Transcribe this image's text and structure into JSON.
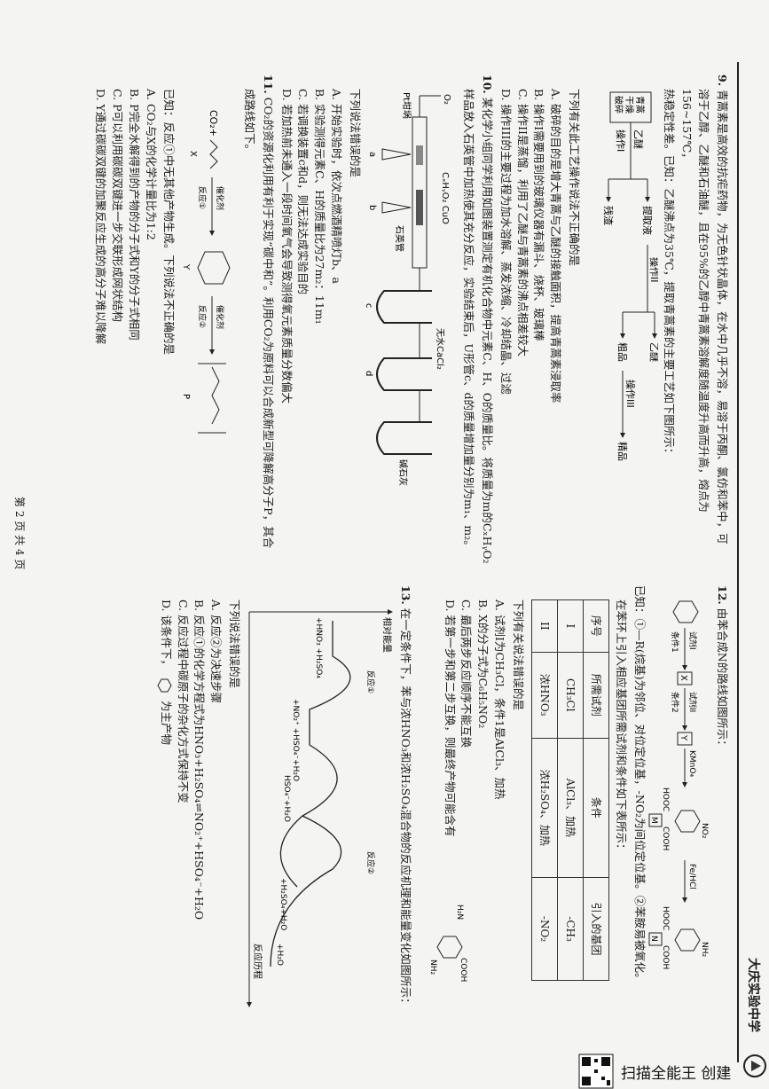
{
  "header": {
    "school": "大庆实验中学"
  },
  "q9": {
    "number": "9.",
    "stem1": "青蒿素是高效的抗疟药物，为无色针状晶体，在水中几乎不溶，易溶于丙酮、氯仿和苯中，可",
    "stem2": "溶于乙醇、乙醚和石油醚，且在95%的乙醇中青蒿素溶解度随温度升高而升高，熔点为156~157℃，",
    "stem3": "热稳定性差。已知：乙醚沸点为35℃，提取青蒿素的主要工艺如下图所示：",
    "flow": {
      "start": "青蒿 干燥 破碎",
      "ether1": "乙醚",
      "op1": "操作I",
      "extract": "提取液",
      "residue": "残渣",
      "op2": "操作II",
      "ether2": "乙醚",
      "crude": "粗品",
      "op3": "操作III",
      "pure": "精品"
    },
    "ask": "下列有关此工艺操作说法不正确的是",
    "A": "A. 破碎的目的是增大青蒿与乙醚的接触面积，提高青蒿素浸取率",
    "B": "B. 操作I需要用到的玻璃仪器有漏斗、烧杯、玻璃棒",
    "C": "C. 操作II是蒸馏，利用了乙醚与青蒿素的沸点相差较大",
    "D": "D. 操作III的主要过程为加水溶解、蒸发浓缩、冷却结晶、过滤"
  },
  "q10": {
    "number": "10.",
    "stem1": "某化学小组同学利用如图装置测定有机化合物中元素C、H、O的质量比。将质量为m的CₓHᵧO₂",
    "stem2": "样品放入石英管中加热使其充分反应，实验结束后，U形管c、d的质量增加量分别为m₁、m₂。",
    "labels": {
      "o2": "O₂",
      "sample": "CₓHᵧO₂ CuO",
      "pt": "Pt坩埚",
      "quartz": "石英管",
      "cacl2": "无水CaCl₂",
      "lime": "碱石灰",
      "a": "a",
      "b": "b",
      "c": "c",
      "d": "d"
    },
    "ask": "下列说法错误的是",
    "A": "A. 开始实验时，依次点燃酒精喷灯b、a",
    "B": "B. 实验测得元素C、H的质量比为27m₂：11m₁",
    "C": "C. 若调换装置c和d，则无法达成实验目的",
    "D": "D. 若加热前未通入一段时间氧气会导致测得氧元素质量分数偏大"
  },
  "q11": {
    "number": "11.",
    "stem1": "CO₂的资源化利用有利于实现“碳中和”。利用CO₂为原料可以合成新型可降解高分子P，其合",
    "stem2": "成路线如下。",
    "scheme": {
      "co2": "CO₂+",
      "x": "X",
      "y": "Y",
      "p": "P",
      "cat1": "催化剂",
      "r1": "反应①",
      "cat2": "催化剂",
      "r2": "反应②"
    },
    "known": "已知：反应①中无其他产物生成。下列说法不正确的是",
    "A": "A. CO₂与X的化学计量比为1:2",
    "B": "B. P完全水解得到的产物的分子式和Y的分子式相同",
    "C": "C. P可以利用碳碳双键进一步交联形成网状结构",
    "D": "D. Y通过碳碳双键的加聚反应生成的高分子难以降解"
  },
  "q12": {
    "number": "12.",
    "stem": "由苯合成N的路线如图所示：",
    "route": {
      "reagent1": "试剂I",
      "cond1": "条件1",
      "x": "X",
      "reagent2": "试剂II",
      "cond2": "条件2",
      "y": "Y",
      "kmno4": "KMnO₄",
      "m": "M",
      "fehcl": "Fe/HCl",
      "n": "N",
      "hooc": "HOOC",
      "cooh": "COOH",
      "no2": "NO₂",
      "nh2": "NH₂"
    },
    "known1": "已知：①—R(烷基)为邻位、对位定位基，-NO₂为间位定位基。②苯胺易被氧化。",
    "known2": "在苯环上引入相应基团所需试剂和条件如下表所示：",
    "table": {
      "headers": [
        "序号",
        "所需试剂",
        "条件",
        "引入的基团"
      ],
      "rows": [
        [
          "I",
          "CH₃Cl",
          "AlCl₃、加热",
          "-CH₃"
        ],
        [
          "II",
          "浓HNO₃",
          "浓H₂SO₄、加热",
          "-NO₂"
        ]
      ]
    },
    "ask": "下列有关说法错误的是",
    "A": "A. 试剂I为CH₃Cl，条件1是AlCl₃、加热",
    "B": "B. X的分子式为C₆H₅NO₂",
    "C": "C. 最后两步反应顺序不能互换",
    "D": "D. 若第一步和第二步互换，则最终产物可能含有",
    "d_struct": {
      "nh2a": "H₂N",
      "nh2b": "NH₂",
      "cooh": "COOH"
    }
  },
  "q13": {
    "number": "13.",
    "stem": "在一定条件下，苯与浓HNO₃和浓H₂SO₄混合物的反应机理和能量变化如图所示：",
    "diagram": {
      "ylabel": "相对能量",
      "xlabel": "反应历程",
      "path1": "反应①",
      "path2": "反应②",
      "react": "+HNO₃ +H₂SO₄",
      "int1": "+NO₂⁺ +HSO₄⁻+H₂O",
      "int2": "HSO₄⁻+H₂O",
      "prod1": "+H₂SO₄+H₂O",
      "prod2": "+H₂O"
    },
    "ask": "下列说法错误的是",
    "A": "A. 反应②为决速步骤",
    "B": "B. 反应①的化学方程式为HNO₃+H₂SO₄⇌NO₂⁺+HSO₄⁻+H₂O",
    "C": "C. 反应过程中碳原子的杂化方式保持不变",
    "D": "D. 该条件下，",
    "D2": "为主产物"
  },
  "footer": {
    "page": "第 2 页 共 4 页"
  },
  "watermark": {
    "text": "扫描全能王 创建"
  }
}
